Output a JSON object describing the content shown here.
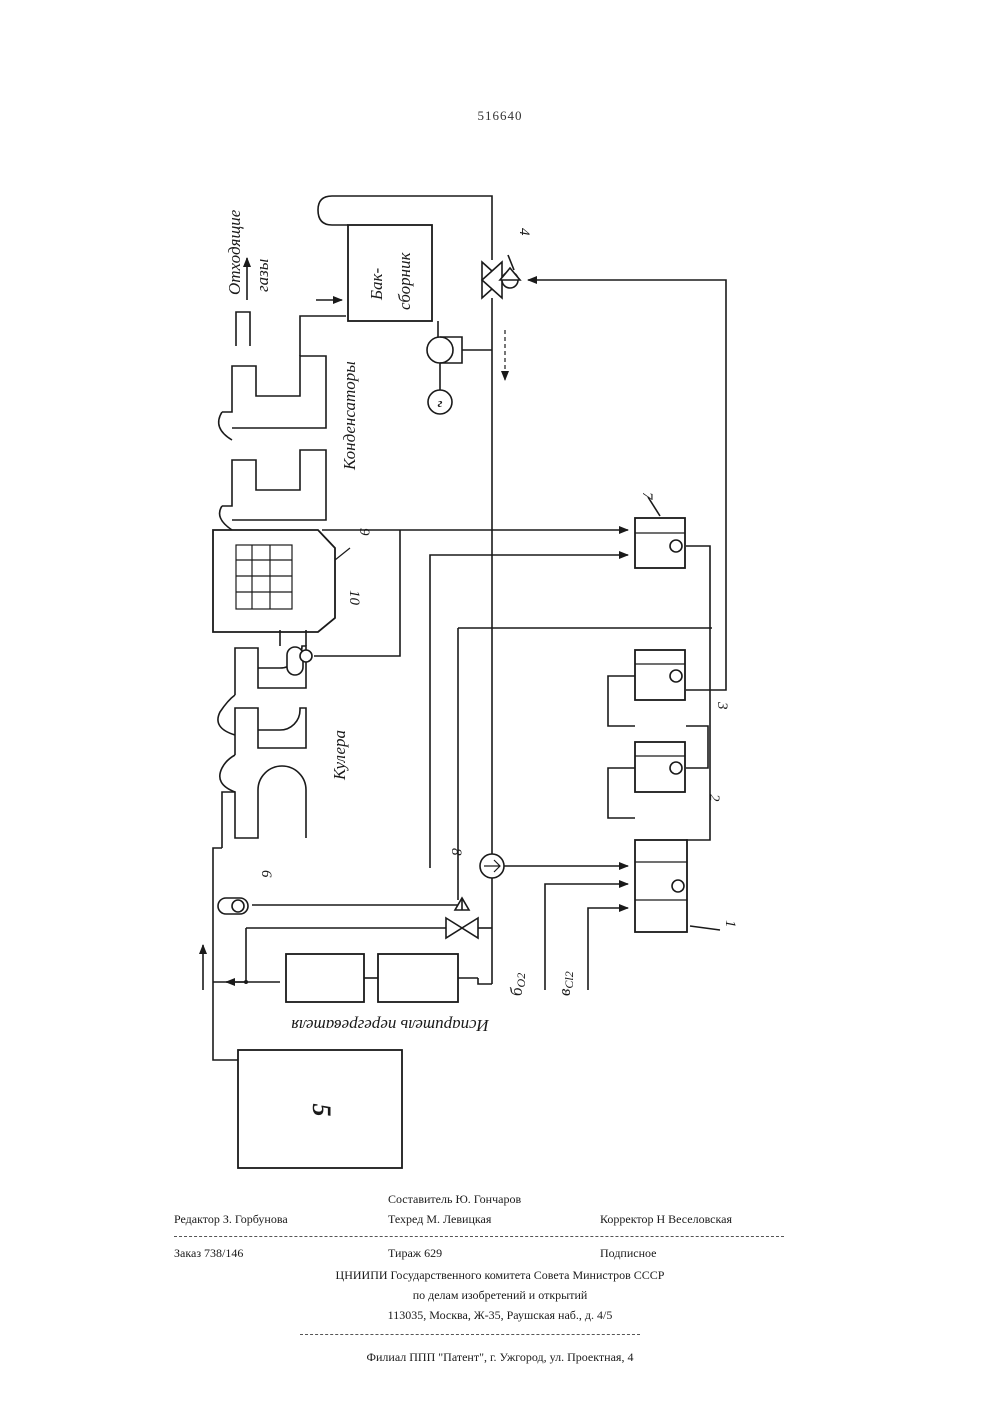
{
  "header": {
    "patent_number": "516640"
  },
  "diagram": {
    "labels": {
      "waste_gases_1": "Отходящие",
      "waste_gases_2": "газы",
      "tank_1": "Бак-",
      "tank_2": "сборник",
      "condensers": "Конденсаторы",
      "coolers": "Кулера",
      "evaporator": "Испаритель перегревателя",
      "o2_main": "б",
      "o2_sub": "O2",
      "cl2_main": "в",
      "cl2_sub": "Cl2",
      "furnace": "5"
    },
    "numbers": {
      "n1": "1",
      "n2": "2",
      "n3": "3",
      "n4": "4",
      "n6": "6",
      "n7": "7",
      "n8": "8",
      "n9": "9",
      "n10": "10",
      "pump": "г"
    }
  },
  "footer": {
    "compiler": "Составитель Ю. Гончаров",
    "editor": "Редактор З. Горбунова",
    "techred": "Техред М. Левицкая",
    "corrector": "Корректор Н Веселовская",
    "order": "Заказ 738/146",
    "circulation": "Тираж 629",
    "subscription": "Подписное",
    "org_1": "ЦНИИПИ Государственного комитета Совета Министров СССР",
    "org_2": "по делам изобретений и открытий",
    "address": "113035, Москва, Ж-35, Раушская наб., д. 4/5",
    "branch": "Филиал ППП \"Патент\", г. Ужгород, ул. Проектная, 4"
  }
}
